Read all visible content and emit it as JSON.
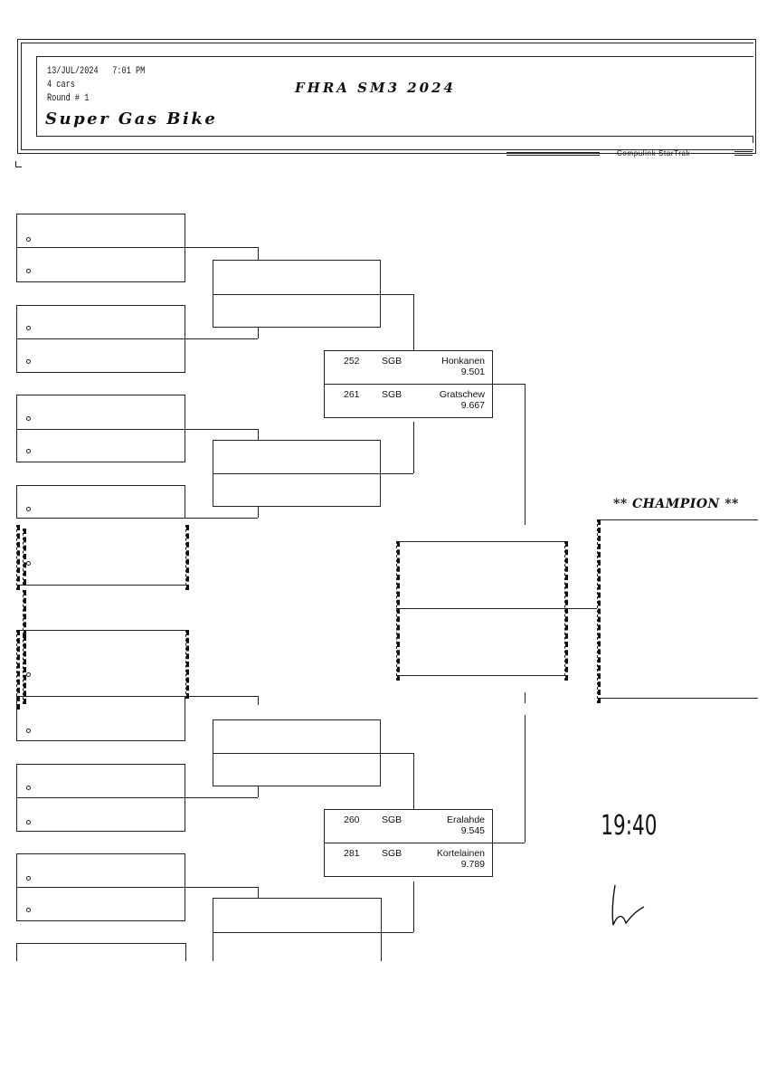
{
  "header": {
    "date": "13/JUL/2024",
    "time": "7:01 PM",
    "car_count": "4 cars",
    "round": "Round # 1",
    "event_title": "FHRA SM3 2024",
    "class_title": "Super Gas Bike",
    "brand": "Compulink StarTrak"
  },
  "semifinals": [
    {
      "lanes": [
        {
          "number": "252",
          "class": "SGB",
          "name": "Honkanen",
          "et": "9.501"
        },
        {
          "number": "261",
          "class": "SGB",
          "name": "Gratschew",
          "et": "9.667"
        }
      ]
    },
    {
      "lanes": [
        {
          "number": "260",
          "class": "SGB",
          "name": "Eralahde",
          "et": "9.545"
        },
        {
          "number": "281",
          "class": "SGB",
          "name": "Kortelainen",
          "et": "9.789"
        }
      ]
    }
  ],
  "champion_label": "** CHAMPION **",
  "handwritten_note": "19:40"
}
